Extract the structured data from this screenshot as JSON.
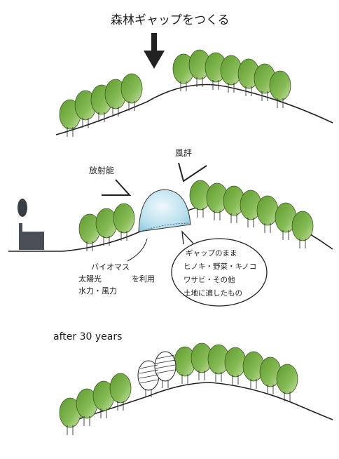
{
  "panel1": {
    "title": "森林ギャップをつくる"
  },
  "panel2": {
    "label_radiation": "放射能",
    "label_rumor": "風評",
    "biomass": {
      "line1": "バイオマス",
      "line2": "太陽光",
      "line2b": "を利用",
      "line3": "水力・風力"
    },
    "bubble": {
      "line1": "ギャップのまま",
      "line2": "ヒノキ・野菜・キノコ",
      "line3": "ワサビ・その他",
      "line4": "土地に適したもの"
    }
  },
  "panel3": {
    "title": "after 30 years"
  },
  "colors": {
    "tree_green": "#7fb24a",
    "tree_light": "#a9d07a",
    "dome_blue": "#bfe2ef",
    "factory": "#4a4f57",
    "ink": "#222222"
  }
}
